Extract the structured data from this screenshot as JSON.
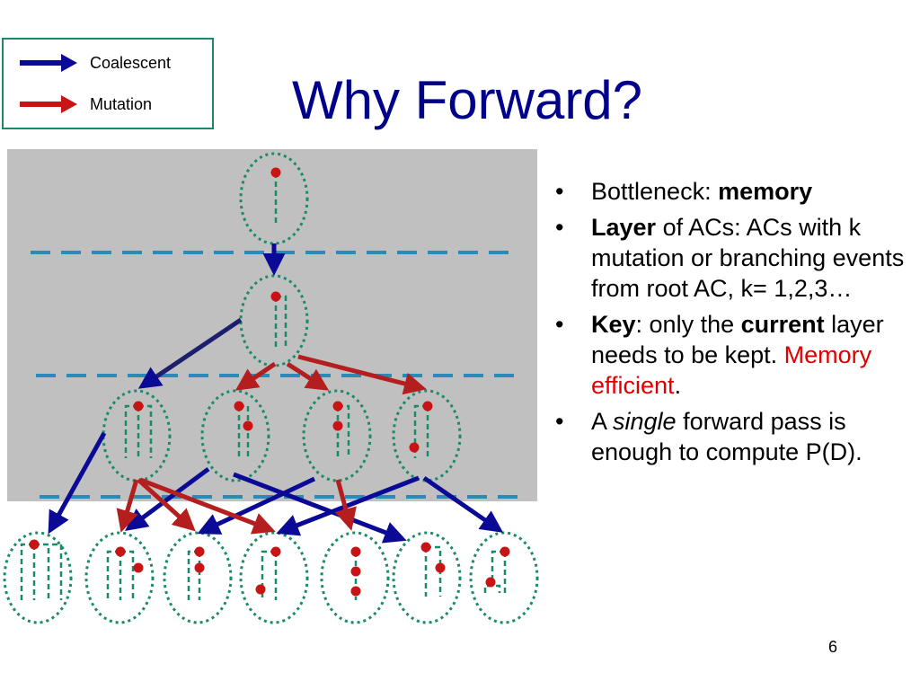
{
  "slide": {
    "title": "Why Forward?",
    "page_number": "6"
  },
  "legend": {
    "items": [
      {
        "label": "Coalescent",
        "color": "#0a0a96"
      },
      {
        "label": "Mutation",
        "color": "#c81414"
      }
    ]
  },
  "bullets": [
    {
      "parts": [
        "Bottleneck: ",
        "memory"
      ]
    },
    {
      "parts": [
        "Layer",
        " of ACs: ACs with k mutation or branching events from root AC, k= 1,2,3…"
      ]
    },
    {
      "parts": [
        "Key",
        ": only the ",
        "current",
        " layer needs to be kept. ",
        "Memory efficient",
        "."
      ]
    },
    {
      "parts": [
        "A ",
        "single",
        " forward pass is enough to compute P(D)."
      ]
    }
  ],
  "colors": {
    "coalescent_arrow": "#0a0a96",
    "mutation_arrow": "#b41e1e",
    "node_outline": "#1a8a6a",
    "event_dot": "#c81414",
    "layer_divider": "#2a8ab8",
    "layer_background": "#c0c0c0",
    "title": "#00008b",
    "highlight": "#e00000"
  }
}
